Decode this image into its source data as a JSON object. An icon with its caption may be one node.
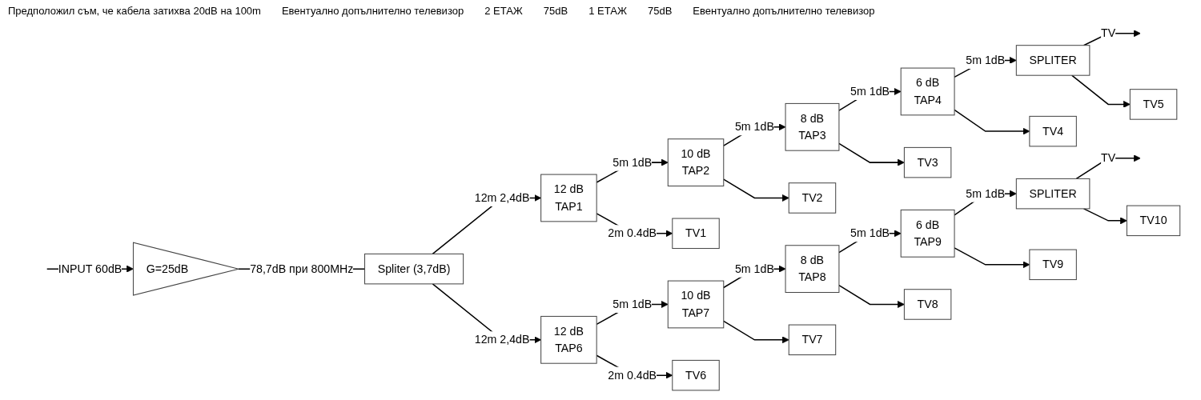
{
  "diagram": {
    "nodes": [
      {
        "text": [
          "G=25dB"
        ]
      },
      {
        "text": [
          "Spliter (3,7dB)"
        ]
      },
      {
        "text": [
          "12 dB",
          "TAP1"
        ]
      },
      {
        "text": [
          "10 dB",
          "TAP2"
        ]
      },
      {
        "text": [
          "8 dB",
          "TAP3"
        ]
      },
      {
        "text": [
          "6 dB",
          "TAP4"
        ]
      },
      {
        "text": [
          "SPLITER"
        ]
      },
      {
        "text": [
          "TV1"
        ]
      },
      {
        "text": [
          "TV2"
        ]
      },
      {
        "text": [
          "TV3"
        ]
      },
      {
        "text": [
          "TV4"
        ]
      },
      {
        "text": [
          "TV5"
        ]
      },
      {
        "text": [
          "12 dB",
          "TAP6"
        ]
      },
      {
        "text": [
          "10 dB",
          "TAP7"
        ]
      },
      {
        "text": [
          "8 dB",
          "TAP8"
        ]
      },
      {
        "text": [
          "6 dB",
          "TAP9"
        ]
      },
      {
        "text": [
          "SPLITER"
        ]
      },
      {
        "text": [
          "TV6"
        ]
      },
      {
        "text": [
          "TV7"
        ]
      },
      {
        "text": [
          "TV8"
        ]
      },
      {
        "text": [
          "TV9"
        ]
      },
      {
        "text": [
          "TV10"
        ]
      }
    ],
    "edges": [
      {
        "from": null,
        "to": 0,
        "arrow": "to",
        "label": "INPUT 60dB"
      },
      {
        "from": 0,
        "to": 1,
        "arrow": "none",
        "label": "78,7dB при 800MHz"
      },
      {
        "from": 1,
        "to": 2,
        "arrow": "to",
        "label": "12m 2,4dB"
      },
      {
        "from": 2,
        "to": 3,
        "arrow": "to",
        "label": "5m 1dB"
      },
      {
        "from": 3,
        "to": 4,
        "arrow": "to",
        "label": "5m 1dB"
      },
      {
        "from": 4,
        "to": 5,
        "arrow": "to",
        "label": "5m 1dB"
      },
      {
        "from": 5,
        "to": 6,
        "arrow": "to",
        "label": "5m 1dB"
      },
      {
        "from": 6,
        "to": null,
        "arrow": "to",
        "label": "TV"
      },
      {
        "from": 2,
        "to": 7,
        "arrow": "to",
        "label": "2m 0.4dB"
      },
      {
        "from": 3,
        "to": 8,
        "arrow": "to"
      },
      {
        "from": 4,
        "to": 9,
        "arrow": "to"
      },
      {
        "from": 5,
        "to": 10,
        "arrow": "to"
      },
      {
        "from": 6,
        "to": 11,
        "arrow": "to"
      },
      {
        "from": 1,
        "to": 12,
        "arrow": "to",
        "label": "12m 2,4dB"
      },
      {
        "from": 12,
        "to": 13,
        "arrow": "to",
        "label": "5m 1dB"
      },
      {
        "from": 13,
        "to": 14,
        "arrow": "to",
        "label": "5m 1dB"
      },
      {
        "from": 14,
        "to": 15,
        "arrow": "to",
        "label": "5m 1dB"
      },
      {
        "from": 15,
        "to": 16,
        "arrow": "to",
        "label": "5m 1dB"
      },
      {
        "from": 16,
        "to": null,
        "arrow": "to",
        "label": "TV"
      },
      {
        "from": 12,
        "to": 17,
        "arrow": "to",
        "label": "2m 0.4dB"
      },
      {
        "from": 13,
        "to": 18,
        "arrow": "to"
      },
      {
        "from": 14,
        "to": 19,
        "arrow": "to"
      },
      {
        "from": 15,
        "to": 20,
        "arrow": "to"
      },
      {
        "from": 16,
        "to": 21,
        "arrow": "to"
      }
    ],
    "labels": [
      "Предположил съм, че кабела затихва 20dB на 100m",
      "Евентуално допълнително телевизор",
      "2 ЕТАЖ",
      "75dB",
      "1 ЕТАЖ",
      "75dB",
      "Евентуално допълнително телевизор"
    ]
  }
}
